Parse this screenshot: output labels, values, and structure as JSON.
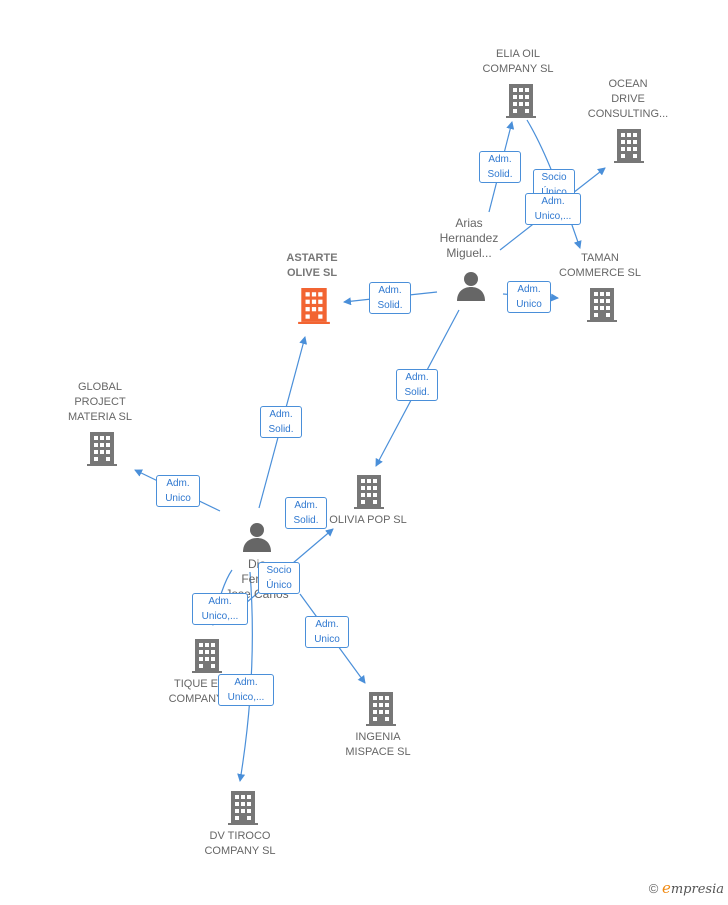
{
  "colors": {
    "edge": "#4a8fd9",
    "building": "#777777",
    "building_focus": "#f26432",
    "person": "#666666"
  },
  "companies": {
    "elia_oil": "ELIA OIL\nCOMPANY  SL",
    "ocean_drive": "OCEAN\nDRIVE\nCONSULTING...",
    "astarte_olive": "ASTARTE\nOLIVE  SL",
    "taman": "TAMAN\nCOMMERCE SL",
    "global_project": "GLOBAL\nPROJECT\nMATERIA  SL",
    "olivia_pop": "OLIVIA POP  SL",
    "tique_e": "TIQUE E\nCOMPANY",
    "ingenia": "INGENIA\nMISPACE  SL",
    "dv_tiroco": "DV TIROCO\nCOMPANY  SL"
  },
  "persons": {
    "arias": "Arias\nHernandez\nMiguel...",
    "diaz": "Dia\nFerna\nJose Carlos"
  },
  "edge_labels": {
    "e1": "Adm.\nSolid.",
    "e2": "Socio\nÚnico",
    "e3": "Adm.\nUnico,...",
    "e4": "Adm.\nSolid.",
    "e5": "Adm.\nUnico",
    "e6": "Adm.\nSolid.",
    "e7": "Adm.\nSolid.",
    "e8": "Adm.\nUnico",
    "e9": "Adm.\nSolid.",
    "e10": "Socio\nÚnico",
    "e11": "Adm.\nUnico,...",
    "e12": "Adm.\nUnico",
    "e13": "Adm.\nUnico,..."
  },
  "brand": {
    "copyright": "©",
    "e": "e",
    "rest": "mpresia"
  }
}
